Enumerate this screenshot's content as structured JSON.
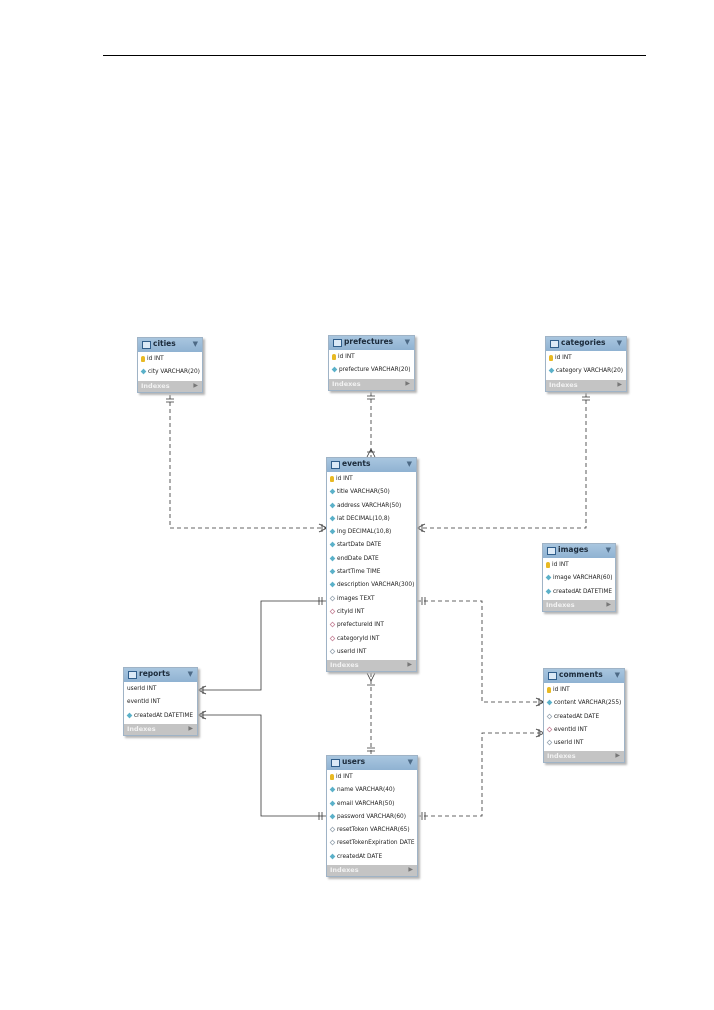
{
  "tables": [
    {
      "key": "cities",
      "name": "cities",
      "indexes_label": "Indexes",
      "columns": [
        {
          "icon": "key",
          "text": "id INT"
        },
        {
          "icon": "full",
          "text": "city VARCHAR(20)"
        }
      ]
    },
    {
      "key": "prefectures",
      "name": "prefectures",
      "indexes_label": "Indexes",
      "columns": [
        {
          "icon": "key",
          "text": "id INT"
        },
        {
          "icon": "full",
          "text": "prefecture VARCHAR(20)"
        }
      ]
    },
    {
      "key": "categories",
      "name": "categories",
      "indexes_label": "Indexes",
      "columns": [
        {
          "icon": "key",
          "text": "id INT"
        },
        {
          "icon": "full",
          "text": "category VARCHAR(20)"
        }
      ]
    },
    {
      "key": "events",
      "name": "events",
      "indexes_label": "Indexes",
      "columns": [
        {
          "icon": "key",
          "text": "id INT"
        },
        {
          "icon": "full",
          "text": "title VARCHAR(50)"
        },
        {
          "icon": "full",
          "text": "address VARCHAR(50)"
        },
        {
          "icon": "full",
          "text": "lat DECIMAL(10,8)"
        },
        {
          "icon": "full",
          "text": "lng DECIMAL(10,8)"
        },
        {
          "icon": "full",
          "text": "startDate DATE"
        },
        {
          "icon": "full",
          "text": "endDate DATE"
        },
        {
          "icon": "full",
          "text": "startTime TIME"
        },
        {
          "icon": "full",
          "text": "description VARCHAR(300)"
        },
        {
          "icon": "hollow",
          "text": "images TEXT"
        },
        {
          "icon": "fk",
          "text": "cityId INT"
        },
        {
          "icon": "fk",
          "text": "prefectureId INT"
        },
        {
          "icon": "fk",
          "text": "categoryId INT"
        },
        {
          "icon": "hollow",
          "text": "userId INT"
        }
      ]
    },
    {
      "key": "images",
      "name": "images",
      "indexes_label": "Indexes",
      "columns": [
        {
          "icon": "key",
          "text": "id INT"
        },
        {
          "icon": "full",
          "text": "image VARCHAR(60)"
        },
        {
          "icon": "full",
          "text": "createdAt DATETIME"
        }
      ]
    },
    {
      "key": "reports",
      "name": "reports",
      "indexes_label": "Indexes",
      "columns": [
        {
          "icon": "none",
          "text": "userId INT"
        },
        {
          "icon": "none",
          "text": "eventId INT"
        },
        {
          "icon": "full",
          "text": "createdAt DATETIME"
        }
      ]
    },
    {
      "key": "comments",
      "name": "comments",
      "indexes_label": "Indexes",
      "columns": [
        {
          "icon": "key",
          "text": "id INT"
        },
        {
          "icon": "full",
          "text": "content VARCHAR(255)"
        },
        {
          "icon": "hollow",
          "text": "createdAt DATE"
        },
        {
          "icon": "fk",
          "text": "eventId INT"
        },
        {
          "icon": "hollow",
          "text": "userId INT"
        }
      ]
    },
    {
      "key": "users",
      "name": "users",
      "indexes_label": "Indexes",
      "columns": [
        {
          "icon": "key",
          "text": "id INT"
        },
        {
          "icon": "full",
          "text": "name VARCHAR(40)"
        },
        {
          "icon": "full",
          "text": "email VARCHAR(50)"
        },
        {
          "icon": "full",
          "text": "password VARCHAR(60)"
        },
        {
          "icon": "hollow",
          "text": "resetToken VARCHAR(65)"
        },
        {
          "icon": "hollow",
          "text": "resetTokenExpiration DATE"
        },
        {
          "icon": "full",
          "text": "createdAt DATE"
        }
      ]
    }
  ],
  "relationships": [
    {
      "from": "cities",
      "to": "events",
      "style": "dashed"
    },
    {
      "from": "prefectures",
      "to": "events",
      "style": "dashed"
    },
    {
      "from": "categories",
      "to": "events",
      "style": "dashed"
    },
    {
      "from": "events",
      "to": "reports",
      "style": "solid"
    },
    {
      "from": "events",
      "to": "comments",
      "style": "dashed"
    },
    {
      "from": "events",
      "to": "users",
      "style": "dashed"
    },
    {
      "from": "users",
      "to": "reports",
      "style": "solid"
    },
    {
      "from": "users",
      "to": "comments",
      "style": "dashed"
    }
  ]
}
